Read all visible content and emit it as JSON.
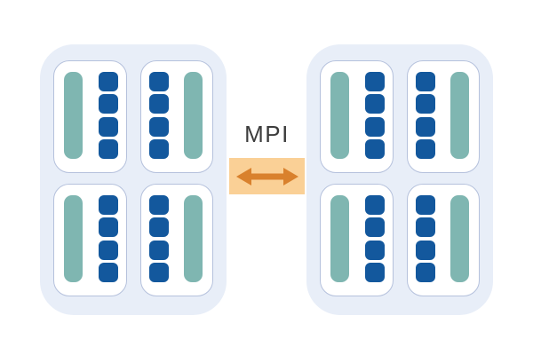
{
  "diagram": {
    "connector_label": "MPI",
    "cores_per_socket": 4,
    "nodes": [
      {
        "id": "left",
        "sockets": [
          {
            "bar_side": "left"
          },
          {
            "bar_side": "right"
          },
          {
            "bar_side": "left"
          },
          {
            "bar_side": "right"
          }
        ]
      },
      {
        "id": "right",
        "sockets": [
          {
            "bar_side": "left"
          },
          {
            "bar_side": "right"
          },
          {
            "bar_side": "left"
          },
          {
            "bar_side": "right"
          }
        ]
      }
    ],
    "colors": {
      "background": "#ffffff",
      "node_fill": "#e8eef8",
      "socket_fill": "#ffffff",
      "socket_border": "#b5c1dc",
      "bar_teal": "#7fb6b1",
      "core_blue": "#13589d",
      "connector_fill": "#fad096",
      "arrow_orange": "#d9812d",
      "label_text": "#3c3c3c"
    }
  }
}
